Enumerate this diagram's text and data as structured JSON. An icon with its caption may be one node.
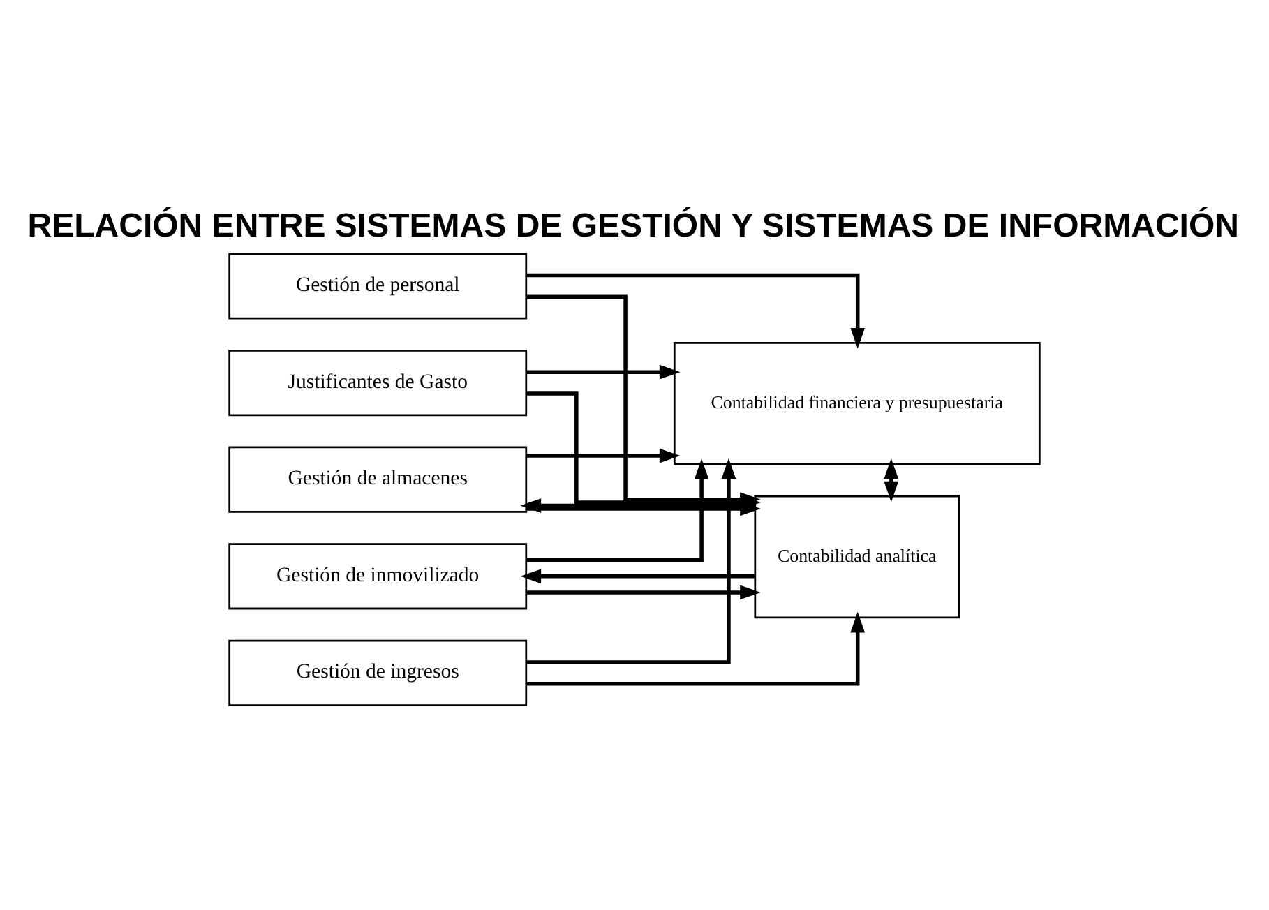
{
  "diagram": {
    "title": "RELACIÓN ENTRE SISTEMAS DE GESTIÓN Y SISTEMAS DE INFORMACIÓN",
    "nodes": [
      {
        "text": [
          "Gestión de personal"
        ]
      },
      {
        "text": [
          "Justificantes de Gasto"
        ]
      },
      {
        "text": [
          "Gestión de almacenes"
        ]
      },
      {
        "text": [
          "Gestión de inmovilizado"
        ]
      },
      {
        "text": [
          "Gestión de ingresos"
        ]
      },
      {
        "text": [
          "Contabilidad financiera y presupuestaria"
        ]
      },
      {
        "text": [
          "Contabilidad analítica"
        ]
      }
    ],
    "edges": [
      {
        "from": 0,
        "to": 5,
        "arrow": "to"
      },
      {
        "from": 0,
        "to": 6,
        "arrow": "to"
      },
      {
        "from": 1,
        "to": 5,
        "arrow": "to"
      },
      {
        "from": 1,
        "to": 6,
        "arrow": "to"
      },
      {
        "from": 2,
        "to": 5,
        "arrow": "to"
      },
      {
        "from": 2,
        "to": 6,
        "arrow": "to"
      },
      {
        "from": 3,
        "to": 5,
        "arrow": "to"
      },
      {
        "from": 3,
        "to": 6,
        "arrow": "to"
      },
      {
        "from": 4,
        "to": 5,
        "arrow": "to"
      },
      {
        "from": 4,
        "to": 6,
        "arrow": "to"
      },
      {
        "from": 5,
        "to": 6,
        "arrow": "both"
      },
      {
        "from": 6,
        "to": 2,
        "arrow": "to"
      },
      {
        "from": 6,
        "to": 3,
        "arrow": "to"
      }
    ]
  }
}
